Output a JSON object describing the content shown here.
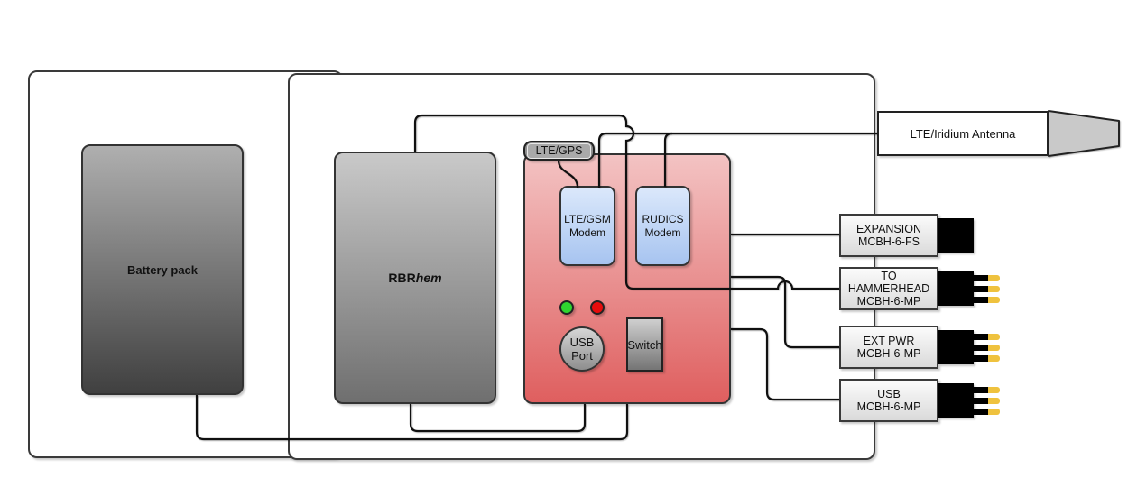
{
  "labels": {
    "battery": "Battery pack",
    "rbr_prefix": "RBR",
    "rbr_suffix": "hem",
    "gps": "LTE/GPS",
    "lte_modem": "LTE/GSM\nModem",
    "rudics_modem": "RUDICS\nModem",
    "usb_port": "USB\nPort",
    "switch": "Switch",
    "antenna": "LTE/Iridium Antenna"
  },
  "connectors": [
    {
      "label": "EXPANSION\nMCBH-6-FS",
      "type": "FS",
      "pins": 0
    },
    {
      "label": "TO\nHAMMERHEAD\nMCBH-6-MP",
      "type": "MP",
      "pins": 3
    },
    {
      "label": "EXT PWR\nMCBH-6-MP",
      "type": "MP",
      "pins": 3
    },
    {
      "label": "USB\nMCBH-6-MP",
      "type": "MP",
      "pins": 3
    }
  ],
  "leds": [
    {
      "name": "green-led",
      "color": "#2fd52f"
    },
    {
      "name": "red-led",
      "color": "#e60c0c"
    }
  ],
  "colors": {
    "board_top": "#f3c3c3",
    "board_bottom": "#df5f5f",
    "modem_top": "#dbe8fb",
    "modem_bottom": "#a7c4f0",
    "battery_top": "#afafaf",
    "battery_bottom": "#404040",
    "logger_top": "#c9c9c9",
    "logger_bottom": "#6f6f6f",
    "antenna_cone": "#c9c9c9",
    "pin_gold": "#efc23e",
    "wire": "#101010"
  }
}
